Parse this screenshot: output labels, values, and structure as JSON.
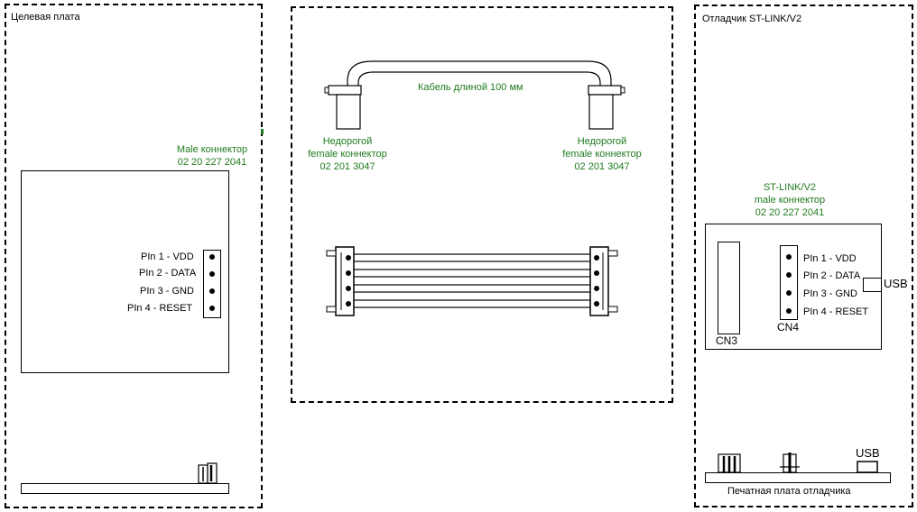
{
  "target_board": {
    "title": "Целевая плата",
    "connector_label": [
      "Male коннектор",
      "02 20 227 2041"
    ],
    "pins": [
      "PIn 1 - VDD",
      "PIn 2 - DATA",
      "PIn 3 - GND",
      "PIn 4  - RESET"
    ]
  },
  "cable": {
    "label": "Кабель длиной 100 мм",
    "left_connector": [
      "Недорогой",
      "female коннектор",
      "02 201 3047"
    ],
    "right_connector": [
      "Недорогой",
      "female коннектор",
      "02 201 3047"
    ]
  },
  "debugger": {
    "title": "Отладчик ST-LINK/V2",
    "connector_label": [
      "ST-LINK/V2",
      "male коннектор",
      "02 20 227 2041"
    ],
    "pins": [
      "PIn 1 - VDD",
      "PIn 2 - DATA",
      "PIn 3 - GND",
      "PIn 4  - RESET"
    ],
    "cn3": "CN3",
    "cn4": "CN4",
    "usb_label": "USB",
    "usb_side_label": "USB",
    "pcb_label": "Печатная плата отладчика"
  },
  "colors": {
    "label_green": "#1f7a1f",
    "line": "#000000"
  }
}
